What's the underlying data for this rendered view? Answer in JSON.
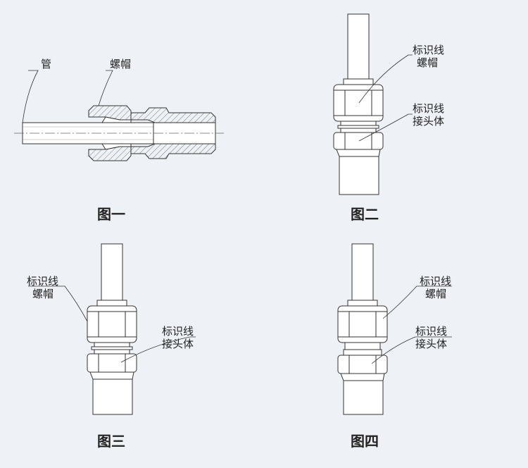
{
  "figure1": {
    "caption": "图一",
    "label_pipe": "管",
    "label_nut": "螺帽"
  },
  "figure2": {
    "caption": "图二",
    "label_mark_nut": "标识线",
    "label_nut": "螺帽",
    "label_mark_body": "标识线",
    "label_body": "接头体"
  },
  "figure3": {
    "caption": "图三",
    "label_mark_nut": "标识线",
    "label_nut": "螺帽",
    "label_mark_body": "标识线",
    "label_body": "接头体"
  },
  "figure4": {
    "caption": "图四",
    "label_mark_nut": "标识线",
    "label_nut": "螺帽",
    "label_mark_body": "标识线",
    "label_body": "接头体"
  },
  "colors": {
    "background": "#eef2f6",
    "line": "#333333",
    "fill": "#ffffff"
  }
}
